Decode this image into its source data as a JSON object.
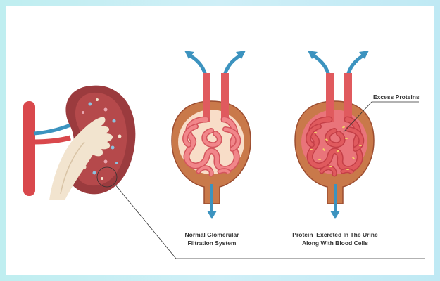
{
  "labels": {
    "normal_line1": "Normal Glomerular",
    "normal_line2": "Filtration System",
    "protein_line1": "Protein  Excreted In The Urine",
    "protein_line2": "Along With Blood Cells",
    "excess": "Excess Proteins"
  },
  "colors": {
    "capsule": "#c9794a",
    "capsule_dark": "#9c4d30",
    "capillary": "#f1868a",
    "capillary_dark": "#d4555d",
    "vessel": "#e05a5e",
    "blue": "#3c93bf",
    "kidney": "#9b3b3e",
    "kidney_inner": "#b5494b",
    "pelvis": "#f2e4cf",
    "artery": "#d9484c"
  }
}
